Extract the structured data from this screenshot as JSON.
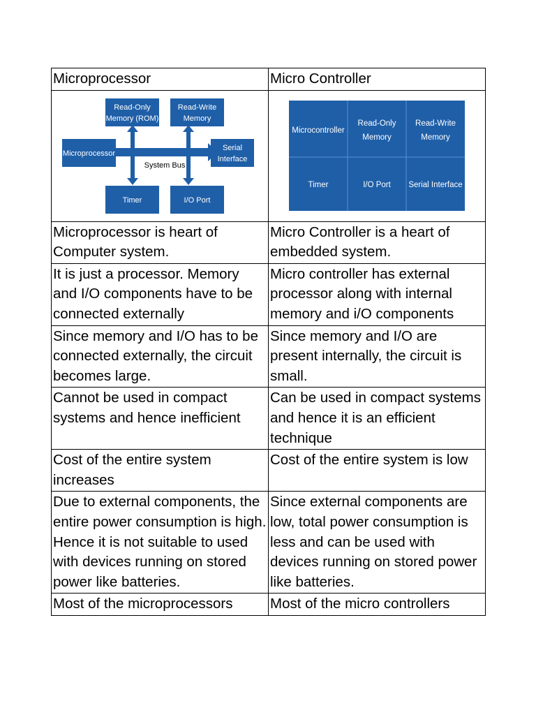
{
  "table": {
    "headers": [
      "Microprocessor",
      "Micro Controller"
    ],
    "diagrams": {
      "microprocessor": {
        "rom": [
          "Read-Only",
          "Memory (ROM)"
        ],
        "ram": [
          "Read-Write",
          "Memory"
        ],
        "cpu": "Microprocessor",
        "serial": [
          "Serial",
          "Interface"
        ],
        "bus": "System Bus",
        "timer": "Timer",
        "io": "I/O Port",
        "box_color": "#1f5fa8"
      },
      "microcontroller": {
        "cells": [
          [
            "Microcontroller"
          ],
          [
            "Read-Only",
            "Memory"
          ],
          [
            "Read-Write",
            "Memory"
          ],
          [
            "Timer"
          ],
          [
            "I/O Port"
          ],
          [
            "Serial Interface"
          ]
        ],
        "box_color": "#1f5fa8"
      }
    },
    "rows": [
      [
        "Microprocessor is heart of Computer system.",
        "Micro Controller is a heart of embedded system."
      ],
      [
        "It is just a processor. Memory and I/O components have to be connected externally",
        "Micro controller has external processor along with internal memory and i/O components"
      ],
      [
        "Since memory and I/O has to be connected externally, the circuit becomes large.",
        "Since memory and I/O are present internally, the circuit is small."
      ],
      [
        "Cannot be used in compact systems and hence inefficient",
        "Can be used in compact systems and hence it is an efficient technique"
      ],
      [
        "Cost of the entire system increases",
        "Cost of the entire system is low"
      ],
      [
        "Due to external components, the entire power consumption is high. Hence it is not suitable to used with devices running on stored power like batteries.",
        "Since external components are low, total power consumption is less and can be used with devices running on stored power like batteries."
      ],
      [
        "Most of the microprocessors",
        "Most of the micro controllers"
      ]
    ]
  }
}
